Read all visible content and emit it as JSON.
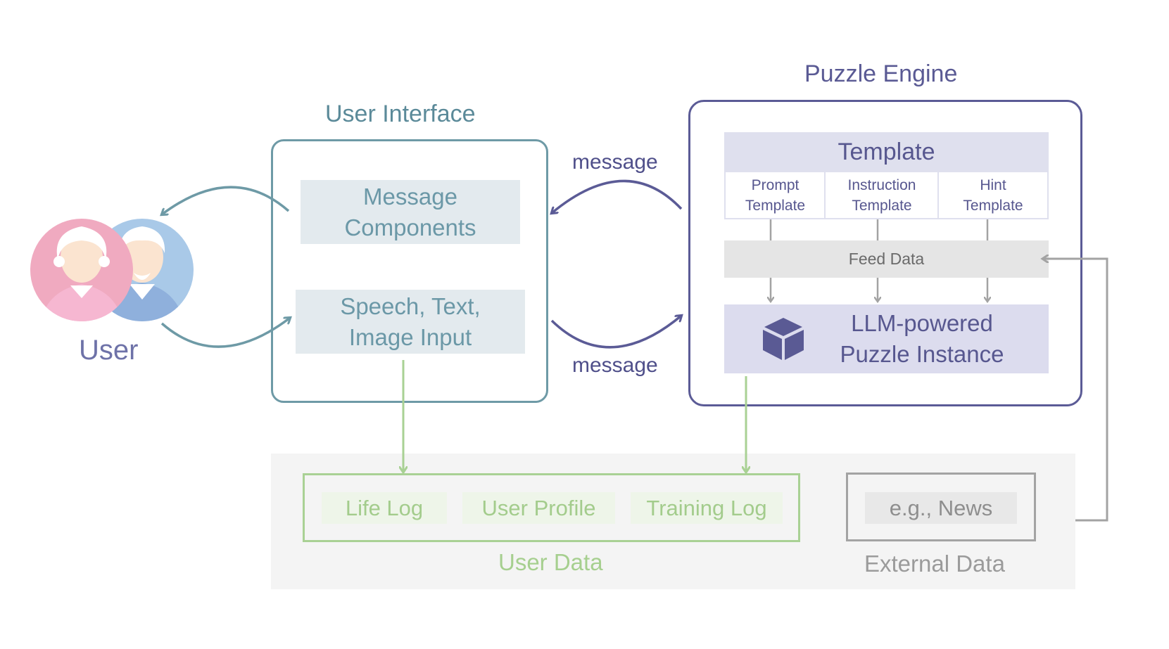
{
  "user": {
    "label": "User"
  },
  "user_interface": {
    "title": "User Interface",
    "message_components": "Message Components",
    "input": "Speech, Text, Image Input"
  },
  "messages": {
    "to_ui": "message",
    "to_engine": "message"
  },
  "puzzle_engine": {
    "title": "Puzzle Engine",
    "template": {
      "title": "Template",
      "items": [
        {
          "line1": "Prompt",
          "line2": "Template"
        },
        {
          "line1": "Instruction",
          "line2": "Template"
        },
        {
          "line1": "Hint",
          "line2": "Template"
        }
      ]
    },
    "feed_data": "Feed Data",
    "llm_instance": {
      "line1": "LLM-powered",
      "line2": "Puzzle Instance"
    }
  },
  "user_data": {
    "label": "User Data",
    "items": [
      "Life Log",
      "User Profile",
      "Training Log"
    ]
  },
  "external_data": {
    "label": "External Data",
    "item": "e.g., News"
  },
  "colors": {
    "ui_teal": "#6e9aa6",
    "engine_purple": "#5b5b96",
    "user_data_green": "#a9d194",
    "external_gray": "#a3a3a3"
  }
}
